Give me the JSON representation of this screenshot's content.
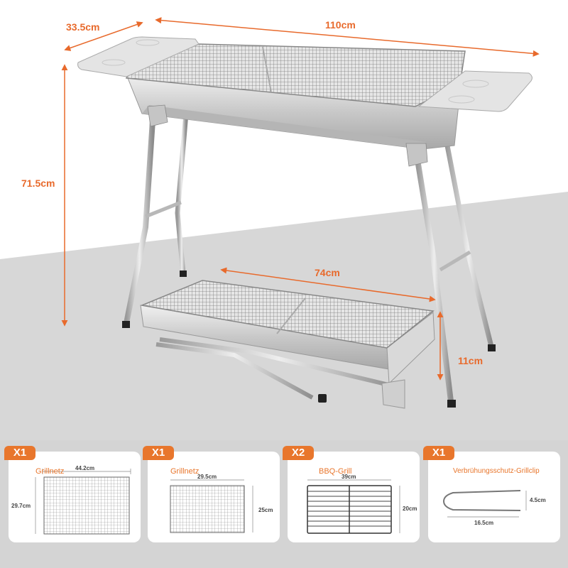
{
  "product": {
    "name": "Portable stainless steel folding BBQ grill",
    "accent_color": "#e86a2c",
    "badge_color": "#e8762c"
  },
  "dimensions": {
    "side_table_depth": "33.5cm",
    "total_width": "110cm",
    "height": "71.5cm",
    "folded_length": "74cm",
    "folded_height": "11cm"
  },
  "accessories": [
    {
      "quantity": "X1",
      "name": "Grillnetz",
      "width": "44.2cm",
      "height": "29.7cm",
      "icon": "wire-mesh-icon"
    },
    {
      "quantity": "X1",
      "name": "Grillnetz",
      "width": "29.5cm",
      "height": "25cm",
      "icon": "wire-mesh-icon"
    },
    {
      "quantity": "X2",
      "name": "BBQ-Grill",
      "width": "39cm",
      "height": "20cm",
      "icon": "grill-rack-icon"
    },
    {
      "quantity": "X1",
      "name": "Verbrühungsschutz-Grillclip",
      "width": "16.5cm",
      "height": "4.5cm",
      "icon": "grill-clip-icon"
    }
  ]
}
